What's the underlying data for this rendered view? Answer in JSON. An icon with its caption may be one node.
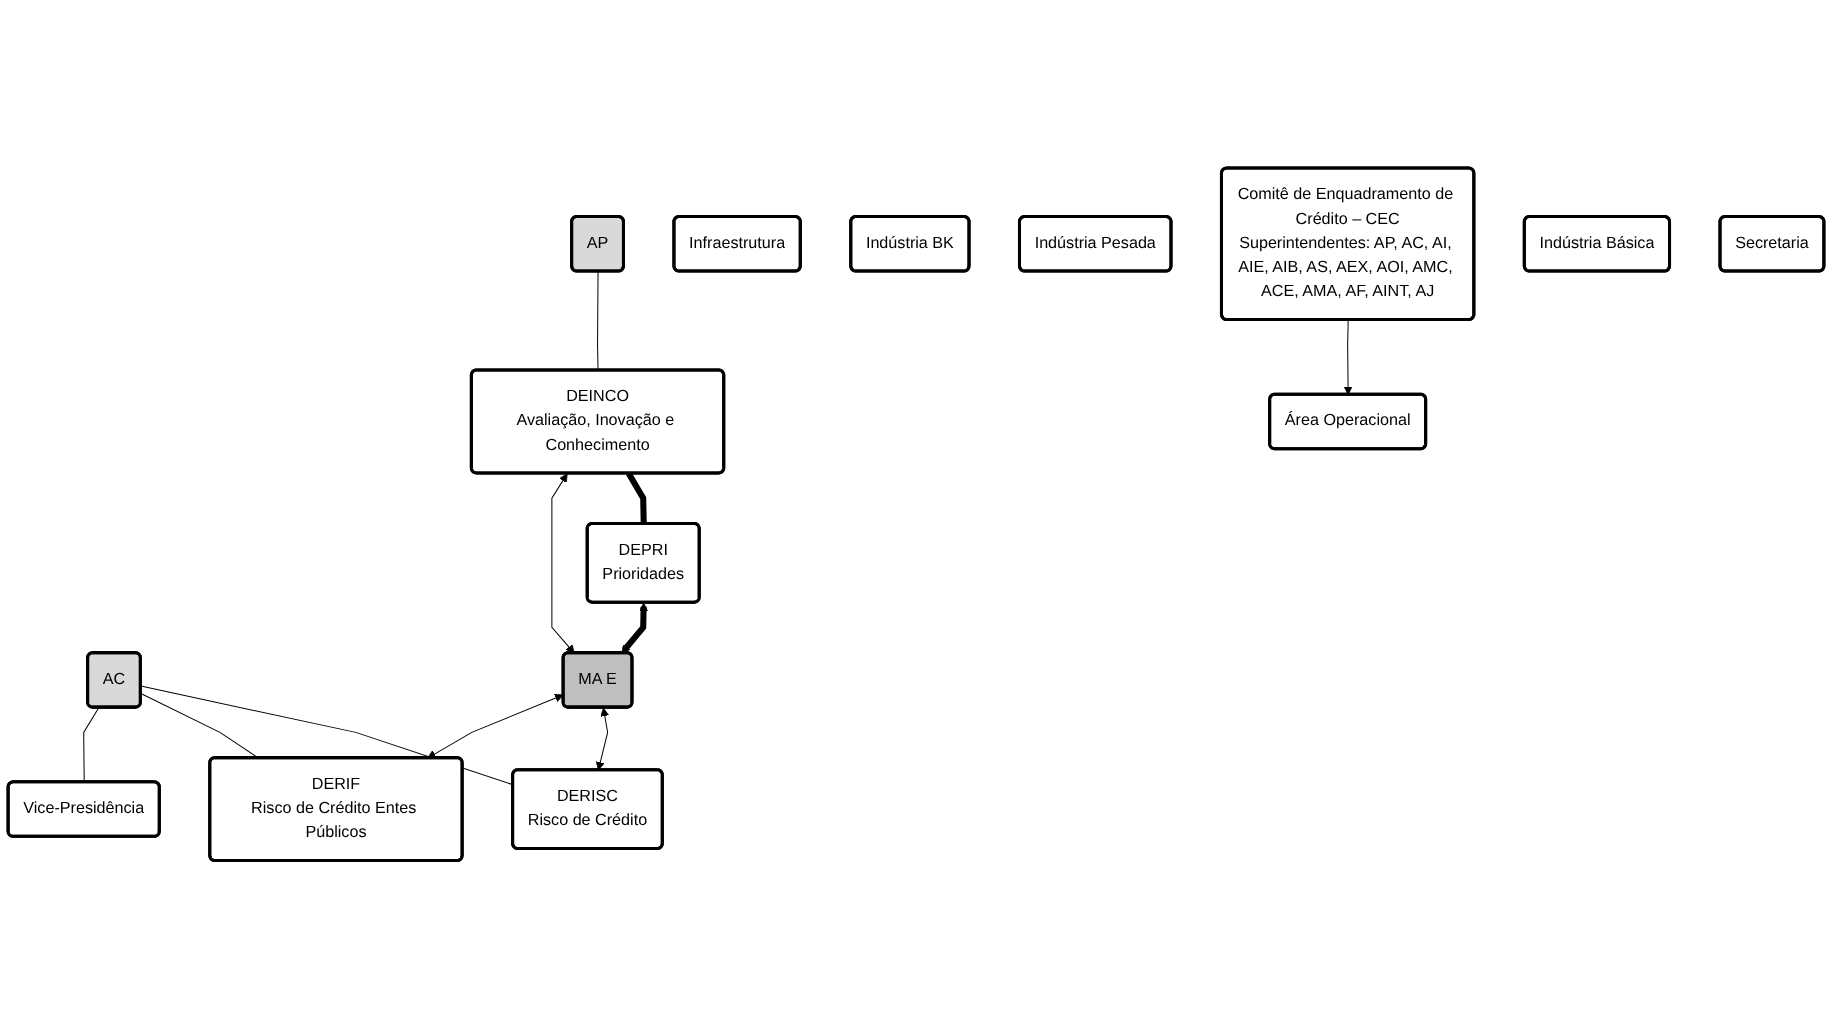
{
  "diagram": {
    "nodes": [
      {
        "text": [
          "AP"
        ]
      },
      {
        "text": [
          "AC"
        ]
      },
      {
        "text": [
          "Vice-Presidência"
        ]
      },
      {
        "text": [
          "DEINCO",
          "Avaliação, Inovação e Conhecimento"
        ]
      },
      {
        "text": [
          "MA E"
        ]
      },
      {
        "text": [
          "DERIF",
          "Risco de Crédito Entes Públicos"
        ]
      },
      {
        "text": [
          "DERISC",
          "Risco de Crédito"
        ]
      },
      {
        "text": [
          "Infraestrutura"
        ]
      },
      {
        "text": [
          "Indústria BK"
        ]
      },
      {
        "text": [
          "DEPRI",
          "Prioridades"
        ]
      },
      {
        "text": [
          "Indústria Pesada"
        ]
      },
      {
        "text": [
          "Comitê de Enquadramento de Crédito – CEC",
          "Superintendentes: AP, AC, AI, AIE, AIB, AS, AEX, AOI, AMC, ACE, AMA, AF, AINT, AJ"
        ]
      },
      {
        "text": [
          "Área Operacional"
        ]
      },
      {
        "text": [
          "Indústria Básica"
        ]
      },
      {
        "text": [
          "Secretaria"
        ]
      }
    ],
    "edges": [
      {
        "from": 0,
        "to": 3,
        "arrow": "none"
      },
      {
        "from": 1,
        "to": 2,
        "arrow": "none"
      },
      {
        "from": 1,
        "to": 5,
        "arrow": "none"
      },
      {
        "from": 1,
        "to": 6,
        "arrow": "none"
      },
      {
        "from": 3,
        "to": 4,
        "arrow": "both"
      },
      {
        "from": 4,
        "to": 5,
        "arrow": "both"
      },
      {
        "from": 4,
        "to": 6,
        "arrow": "both"
      },
      {
        "from": 3,
        "to": 9,
        "arrow": "none",
        "style": "thick"
      },
      {
        "from": 9,
        "to": 4,
        "arrow": "both",
        "style": "thick"
      },
      {
        "from": 11,
        "to": 12,
        "arrow": "to"
      }
    ]
  }
}
